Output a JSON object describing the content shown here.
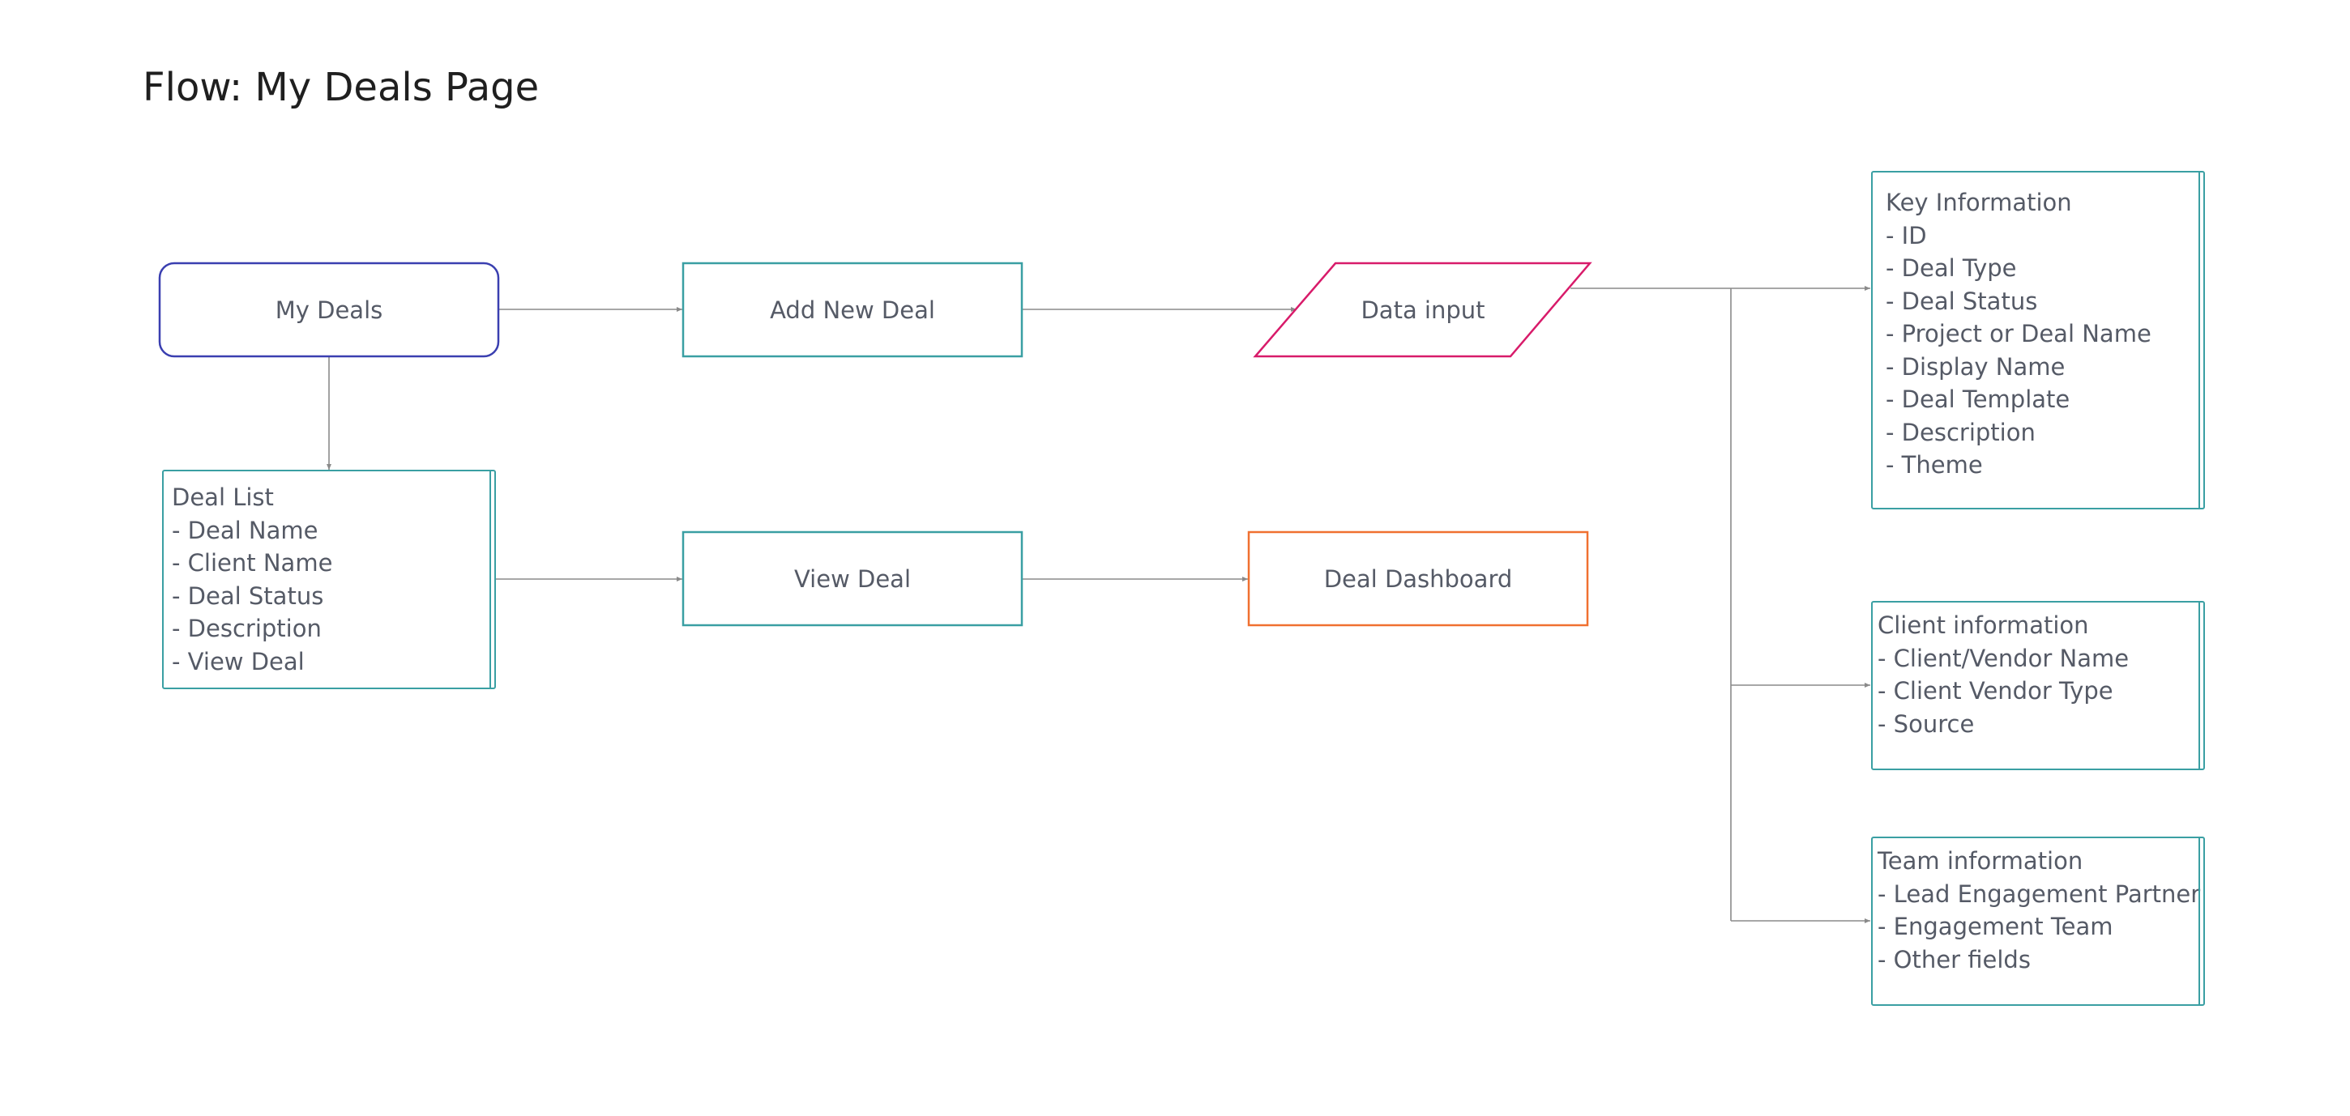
{
  "title": "Flow: My Deals Page",
  "colors": {
    "terminator_stroke": "#3a3fb0",
    "process_stroke": "#3a9fa3",
    "data_stroke": "#d81b6a",
    "dashboard_stroke": "#f07030",
    "connector": "#8a8a8a",
    "text": "#555a66"
  },
  "nodes": {
    "my_deals": "My Deals",
    "add_new_deal": "Add New Deal",
    "data_input": "Data input",
    "view_deal": "View Deal",
    "deal_dashboard": "Deal Dashboard",
    "deal_list": {
      "lines": [
        "Deal List",
        "- Deal Name",
        "- Client Name",
        "- Deal Status",
        "- Description",
        "- View Deal"
      ]
    },
    "key_information": {
      "lines": [
        "Key Information",
        "- ID",
        "- Deal Type",
        "- Deal Status",
        "- Project or Deal Name",
        "- Display Name",
        "- Deal Template",
        "- Description",
        "- Theme"
      ]
    },
    "client_information": {
      "lines": [
        "Client information",
        "- Client/Vendor Name",
        "- Client Vendor Type",
        "- Source"
      ]
    },
    "team_information": {
      "lines": [
        "Team information",
        "- Lead Engagement Partner",
        "- Engagement Team",
        "- Other fields"
      ]
    }
  }
}
